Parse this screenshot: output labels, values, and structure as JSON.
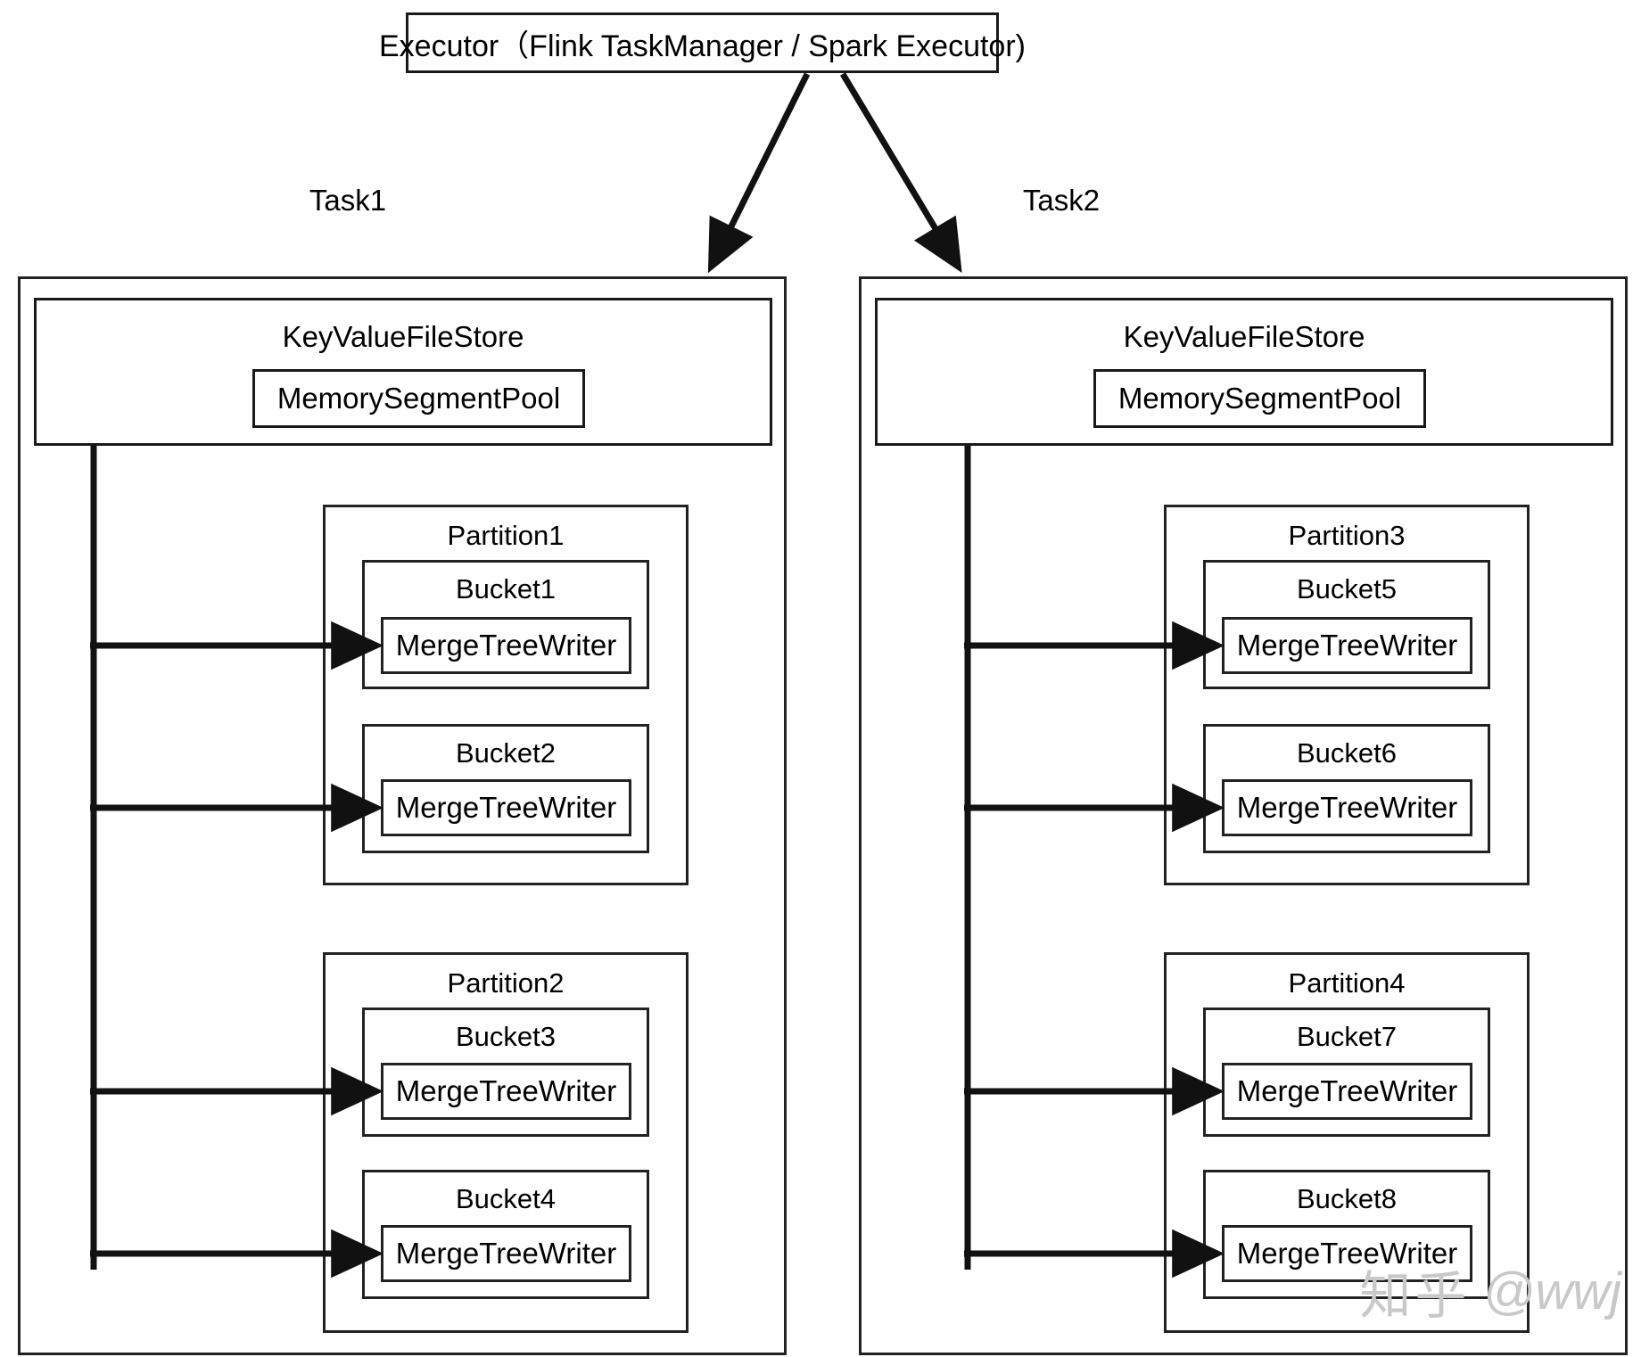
{
  "diagram": {
    "title": "Paimon write path: Executor / Task / KeyValueFileStore / Partition / Bucket / MergeTreeWriter",
    "executor": {
      "label": "Executor（Flink TaskManager / Spark Executor)"
    },
    "tasks": [
      {
        "label": "Task1",
        "store": {
          "label": "KeyValueFileStore",
          "pool": "MemorySegmentPool"
        },
        "partitions": [
          {
            "label": "Partition1",
            "buckets": [
              {
                "label": "Bucket1",
                "writer": "MergeTreeWriter"
              },
              {
                "label": "Bucket2",
                "writer": "MergeTreeWriter"
              }
            ]
          },
          {
            "label": "Partition2",
            "buckets": [
              {
                "label": "Bucket3",
                "writer": "MergeTreeWriter"
              },
              {
                "label": "Bucket4",
                "writer": "MergeTreeWriter"
              }
            ]
          }
        ]
      },
      {
        "label": "Task2",
        "store": {
          "label": "KeyValueFileStore",
          "pool": "MemorySegmentPool"
        },
        "partitions": [
          {
            "label": "Partition3",
            "buckets": [
              {
                "label": "Bucket5",
                "writer": "MergeTreeWriter"
              },
              {
                "label": "Bucket6",
                "writer": "MergeTreeWriter"
              }
            ]
          },
          {
            "label": "Partition4",
            "buckets": [
              {
                "label": "Bucket7",
                "writer": "MergeTreeWriter"
              },
              {
                "label": "Bucket8",
                "writer": "MergeTreeWriter"
              }
            ]
          }
        ]
      }
    ],
    "watermark": {
      "site": "知乎",
      "handle": "@wwj"
    },
    "colors": {
      "stroke": "#1a1a1a",
      "background": "#ffffff",
      "watermark": "#c9c9c9"
    }
  }
}
